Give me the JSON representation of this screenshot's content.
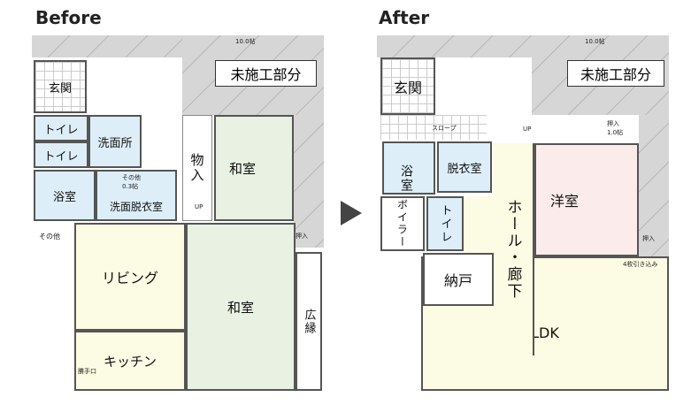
{
  "before": {
    "title": "Before",
    "unfinished": "未施工部分",
    "area_note": "10.0帖",
    "rooms": {
      "genkan": "玄関",
      "toilet1": "トイレ",
      "toilet2": "トイレ",
      "senmenjo": "洗面所",
      "yokushitsu": "浴室",
      "datsuishitsu": "洗面脱衣室",
      "sonota_small": "その他 0.3帖",
      "monoire": "物入",
      "washitsu1": "和室",
      "sonota": "その他",
      "living": "リビング",
      "washitsu2": "和室",
      "kitchen": "キッチン",
      "katteguchi": "勝手口",
      "hiroen": "広縁",
      "up": "UP",
      "oshiire": "押入"
    }
  },
  "after": {
    "title": "After",
    "unfinished": "未施工部分",
    "area_note": "10.0帖",
    "rooms": {
      "genkan": "玄関",
      "slope": "スロープ",
      "up": "UP",
      "oshiire": "押入 1.0帖",
      "yokushitsu": "浴室",
      "datsuishitsu": "脱衣室",
      "boiler": "ボイラー",
      "toilet": "トイレ",
      "hall": "ホール・廊下",
      "youshitsu": "洋室",
      "oshiire2": "押入",
      "nando": "納戸",
      "door_note": "4枚引き込み",
      "ldk": "LDK"
    }
  }
}
